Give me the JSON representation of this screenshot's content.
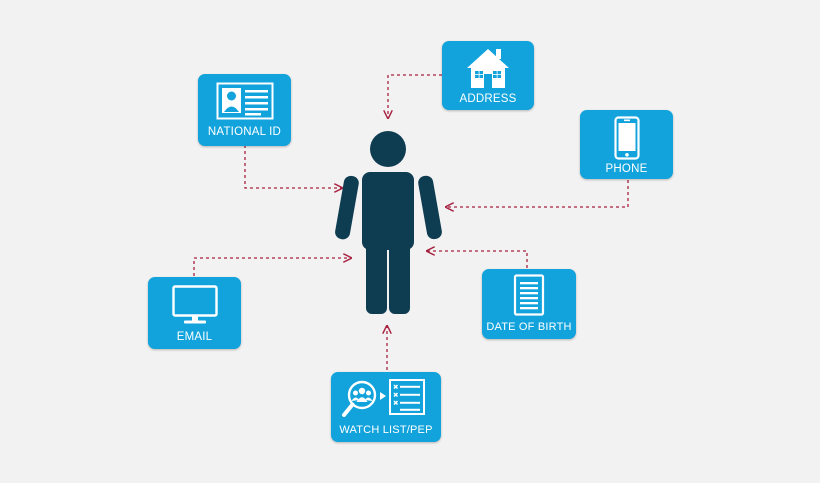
{
  "colors": {
    "background": "#f2f2f2",
    "card": "#12a3dc",
    "person": "#0e3d52",
    "connector": "#a8203f"
  },
  "diagram": {
    "center": {
      "icon": "person-icon"
    },
    "nodes": {
      "national_id": {
        "label": "NATIONAL ID",
        "icon": "id-card-icon"
      },
      "address": {
        "label": "ADDRESS",
        "icon": "house-icon"
      },
      "phone": {
        "label": "PHONE",
        "icon": "smartphone-icon"
      },
      "email": {
        "label": "EMAIL",
        "icon": "computer-monitor-icon"
      },
      "date_of_birth": {
        "label": "DATE OF BIRTH",
        "icon": "document-icon"
      },
      "watch_list": {
        "label": "WATCH LIST/PEP",
        "icon": "search-people-list-icon"
      }
    }
  }
}
